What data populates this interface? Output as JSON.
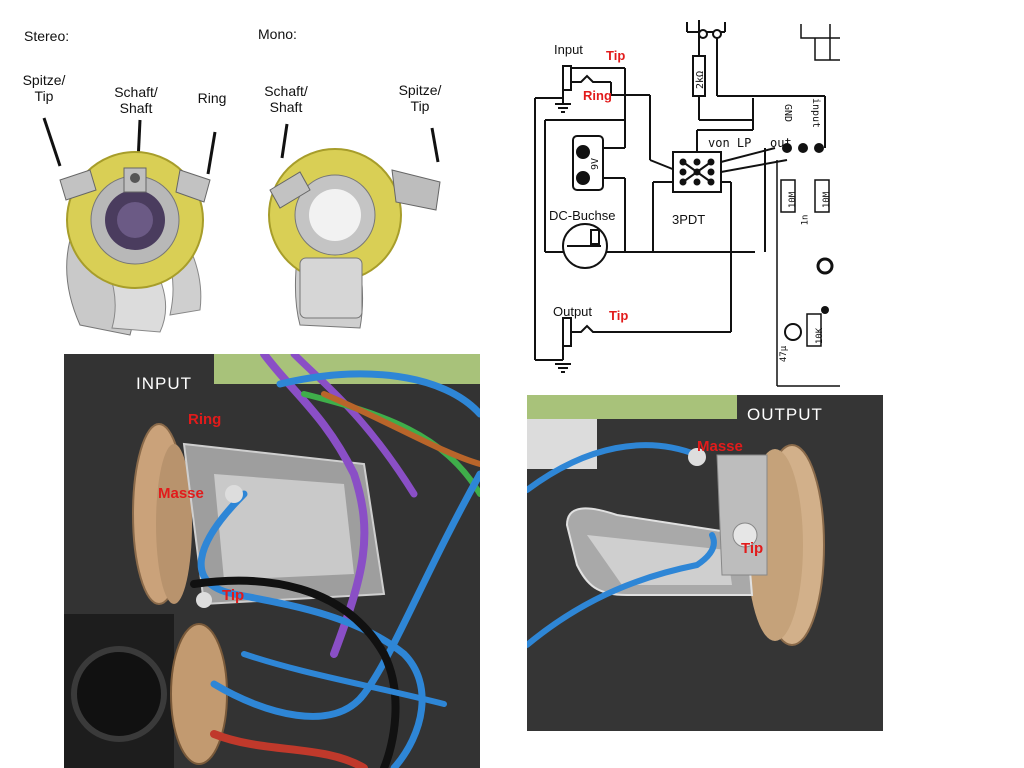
{
  "jacks": {
    "stereo": {
      "title": "Stereo:",
      "tip": "Spitze/\nTip",
      "shaft": "Schaft/\nShaft",
      "ring": "Ring"
    },
    "mono": {
      "title": "Mono:",
      "shaft": "Schaft/\nShaft",
      "tip": "Spitze/\nTip"
    }
  },
  "schematic": {
    "input": "Input",
    "tip": "Tip",
    "ring": "Ring",
    "output": "Output",
    "output_tip": "Tip",
    "resistor": "2kΩ",
    "battery": "9V",
    "dc_jack": "DC-Buchse",
    "switch": "3PDT",
    "board": "von LP",
    "out": "out",
    "gnd": "GND",
    "in": "input",
    "r1": "10M",
    "r2": "10M",
    "r3": "10K",
    "cap_a": "1n",
    "cap_b": "47µ"
  },
  "photos": {
    "input": {
      "title": "INPUT",
      "ring": "Ring",
      "masse": "Masse",
      "tip": "Tip"
    },
    "output": {
      "title": "OUTPUT",
      "masse": "Masse",
      "tip": "Tip"
    }
  },
  "colors": {
    "label_red": "#e21b1b",
    "wire_blue": "#2e86d6",
    "wire_purple": "#8a4fc6",
    "lug_yellow": "#d9cf55"
  }
}
